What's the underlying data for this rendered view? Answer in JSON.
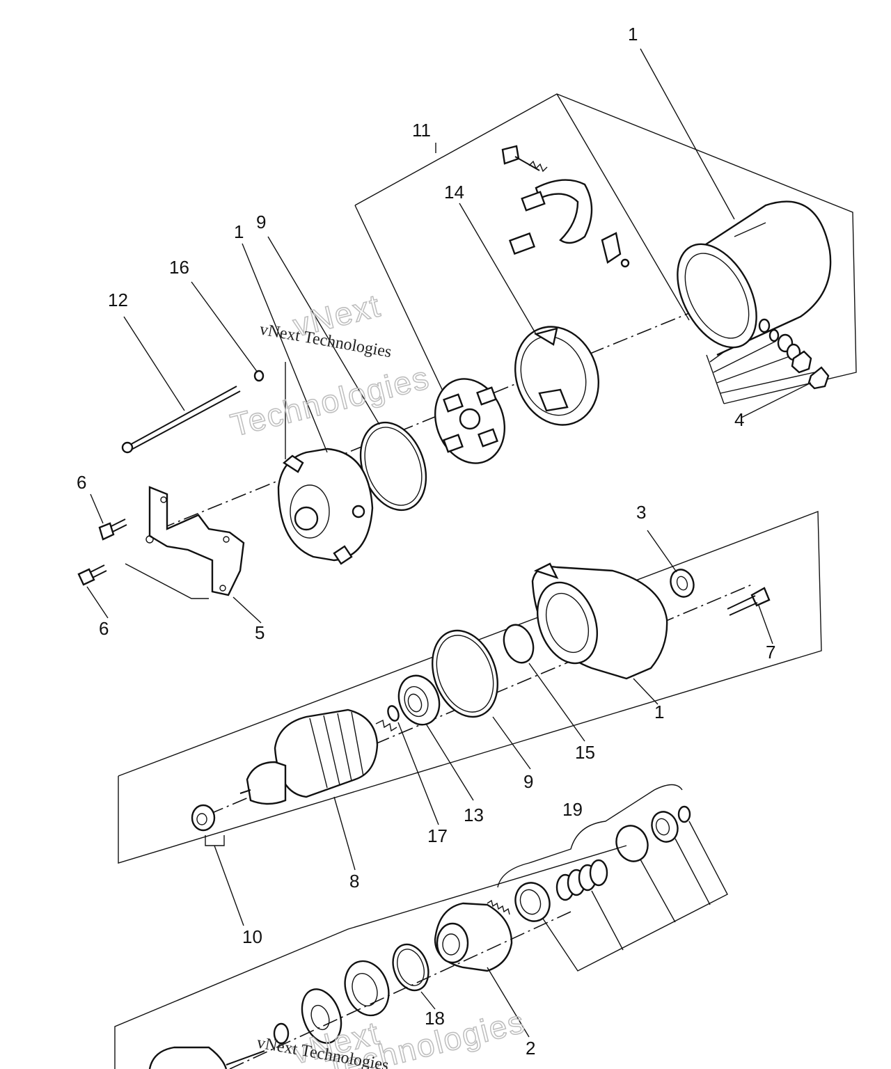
{
  "diagram": {
    "callouts": [
      {
        "id": "c1-top",
        "text": "1"
      },
      {
        "id": "c11",
        "text": "11"
      },
      {
        "id": "c14",
        "text": "14"
      },
      {
        "id": "c1-mid",
        "text": "1"
      },
      {
        "id": "c9-top",
        "text": "9"
      },
      {
        "id": "c16",
        "text": "16"
      },
      {
        "id": "c12",
        "text": "12"
      },
      {
        "id": "c6-a",
        "text": "6"
      },
      {
        "id": "c6-b",
        "text": "6"
      },
      {
        "id": "c5",
        "text": "5"
      },
      {
        "id": "c4",
        "text": "4"
      },
      {
        "id": "c3",
        "text": "3"
      },
      {
        "id": "c7",
        "text": "7"
      },
      {
        "id": "c1-low",
        "text": "1"
      },
      {
        "id": "c15",
        "text": "15"
      },
      {
        "id": "c9-low",
        "text": "9"
      },
      {
        "id": "c13",
        "text": "13"
      },
      {
        "id": "c17",
        "text": "17"
      },
      {
        "id": "c8",
        "text": "8"
      },
      {
        "id": "c19",
        "text": "19"
      },
      {
        "id": "c10",
        "text": "10"
      },
      {
        "id": "c18",
        "text": "18"
      },
      {
        "id": "c2",
        "text": "2"
      }
    ]
  },
  "watermark": {
    "line1": "vNext Technologies",
    "big1": "vNext",
    "big2": "Technologies",
    "line2": "vNext Technologies",
    "big3": "vNext",
    "big4": "Technologies"
  }
}
